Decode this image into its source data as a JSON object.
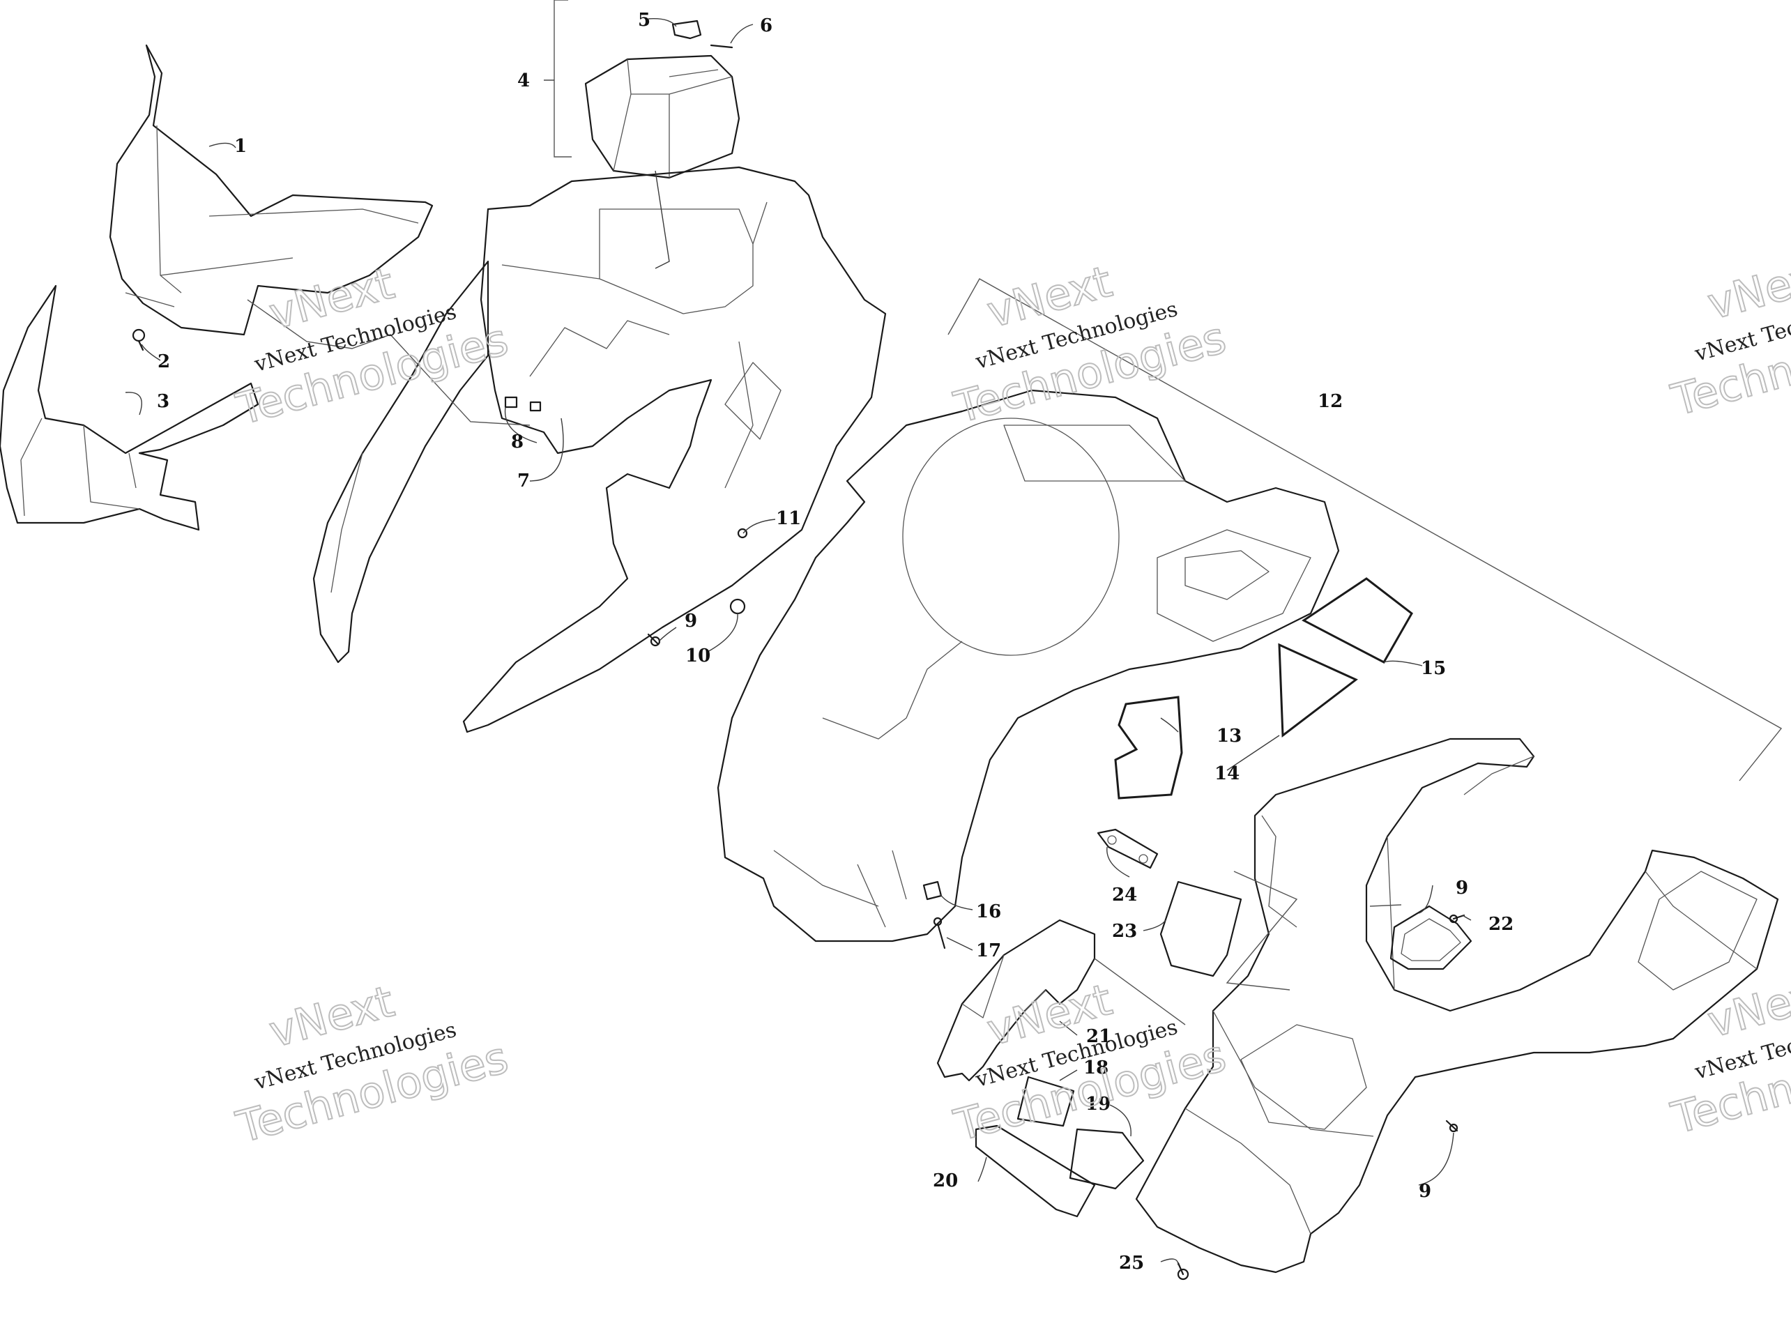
{
  "diagram": {
    "type": "exploded-parts-diagram",
    "callouts": [
      {
        "id": "c1",
        "label": "1"
      },
      {
        "id": "c2",
        "label": "2"
      },
      {
        "id": "c3",
        "label": "3"
      },
      {
        "id": "c4",
        "label": "4"
      },
      {
        "id": "c5",
        "label": "5"
      },
      {
        "id": "c6",
        "label": "6"
      },
      {
        "id": "c7",
        "label": "7"
      },
      {
        "id": "c8",
        "label": "8"
      },
      {
        "id": "c9a",
        "label": "9"
      },
      {
        "id": "c10",
        "label": "10"
      },
      {
        "id": "c11",
        "label": "11"
      },
      {
        "id": "c12",
        "label": "12"
      },
      {
        "id": "c13",
        "label": "13"
      },
      {
        "id": "c14",
        "label": "14"
      },
      {
        "id": "c15",
        "label": "15"
      },
      {
        "id": "c16",
        "label": "16"
      },
      {
        "id": "c17",
        "label": "17"
      },
      {
        "id": "c18",
        "label": "18"
      },
      {
        "id": "c19",
        "label": "19"
      },
      {
        "id": "c20",
        "label": "20"
      },
      {
        "id": "c21",
        "label": "21"
      },
      {
        "id": "c22",
        "label": "22"
      },
      {
        "id": "c23",
        "label": "23"
      },
      {
        "id": "c24",
        "label": "24"
      },
      {
        "id": "c25",
        "label": "25"
      },
      {
        "id": "c9b",
        "label": "9"
      },
      {
        "id": "c9c",
        "label": "9"
      }
    ]
  },
  "watermark": {
    "line_top": "vNext",
    "line_middle": "vNext Technologies",
    "line_bottom": "Technologies"
  }
}
